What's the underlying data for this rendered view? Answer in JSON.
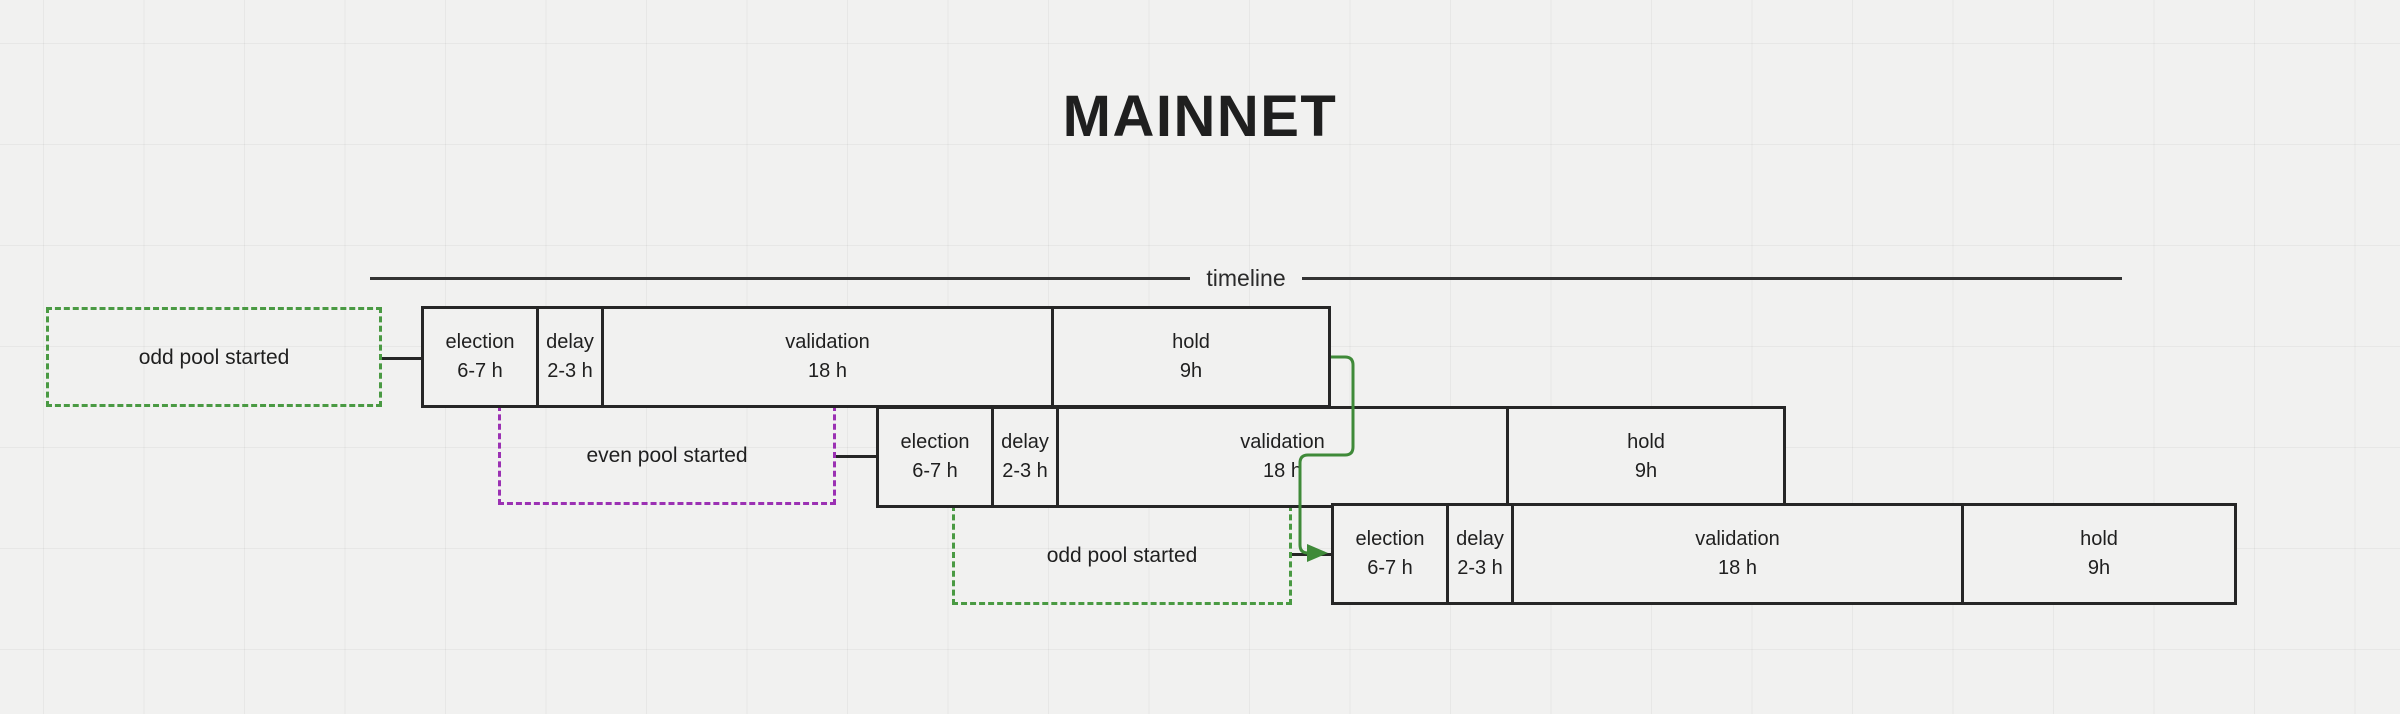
{
  "title": "MAINNET",
  "timeline": {
    "label": "timeline"
  },
  "phases": {
    "election_label": "election",
    "election_duration": "6-7 h",
    "delay_label": "delay",
    "delay_duration": "2-3 h",
    "validation_label": "validation",
    "validation_duration": "18 h",
    "hold_label": "hold",
    "hold_duration": "9h"
  },
  "rows": [
    {
      "id": "row-1",
      "cells": [
        {
          "name": "election",
          "label": "election",
          "duration": "6-7 h"
        },
        {
          "name": "delay",
          "label": "delay",
          "duration": "2-3 h"
        },
        {
          "name": "validation",
          "label": "validation",
          "duration": "18 h"
        },
        {
          "name": "hold",
          "label": "hold",
          "duration": "9h"
        }
      ]
    },
    {
      "id": "row-2",
      "cells": [
        {
          "name": "election",
          "label": "election",
          "duration": "6-7 h"
        },
        {
          "name": "delay",
          "label": "delay",
          "duration": "2-3 h"
        },
        {
          "name": "validation",
          "label": "validation",
          "duration": "18 h"
        },
        {
          "name": "hold",
          "label": "hold",
          "duration": "9h"
        }
      ]
    },
    {
      "id": "row-3",
      "cells": [
        {
          "name": "election",
          "label": "election",
          "duration": "6-7 h"
        },
        {
          "name": "delay",
          "label": "delay",
          "duration": "2-3 h"
        },
        {
          "name": "validation",
          "label": "validation",
          "duration": "18 h"
        },
        {
          "name": "hold",
          "label": "hold",
          "duration": "9h"
        }
      ]
    }
  ],
  "notes": [
    {
      "id": "note-1",
      "text": "odd pool started",
      "style": "green-dashed"
    },
    {
      "id": "note-2",
      "text": "even pool started",
      "style": "purple-dashed"
    },
    {
      "id": "note-3",
      "text": "odd pool started",
      "style": "green-dashed"
    }
  ],
  "colors": {
    "background": "#f1f1f0",
    "grid": "#e7e7e6",
    "box_border": "#262626",
    "text": "#1f1f1f",
    "green_dashed": "#4a9a43",
    "purple_dashed": "#9b31b3",
    "connector_green": "#3f8a39",
    "title": "#1f1f1f"
  },
  "connector": {
    "name": "hold-to-next-election-arrow",
    "from": "row-1 hold end",
    "to": "row-3 election start"
  }
}
